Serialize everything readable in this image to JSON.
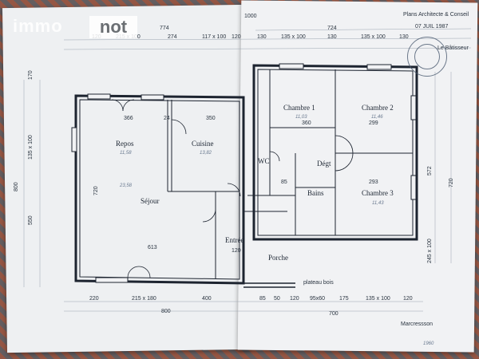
{
  "watermark": {
    "part1": "immo",
    "part2": "not"
  },
  "header": {
    "date_stamp": "07 JUIL 1987",
    "top_note": "Plans Architecte & Conseil",
    "sub_note": "Le Bâtisseur"
  },
  "rooms": {
    "repos": "Repos",
    "cuisine": "Cuisine",
    "sejour": "Séjour",
    "entree": "Entrée",
    "chambre1": "Chambre 1",
    "chambre2": "Chambre 2",
    "chambre3": "Chambre 3",
    "wc": "WC",
    "degt": "Dégt",
    "bains": "Bains",
    "porche": "Porche"
  },
  "areas": {
    "repos": "11,58",
    "cuisine": "13,82",
    "sejour": "23,58",
    "chambre1": "11,03",
    "chambre2": "11,46",
    "chambre3": "11,43"
  },
  "dims_top": [
    "120",
    "215 x 100",
    "274",
    "117 x 100",
    "120",
    "130",
    "135 x 100",
    "130",
    "135 x 100",
    "130"
  ],
  "dims_top_total": {
    "left": "774",
    "right": "724",
    "overall": "1000"
  },
  "dims_inner": {
    "repos_w": "366",
    "cuisine_w": "350",
    "ch1_w": "360",
    "ch2_w": "299",
    "ch3_w": "293",
    "sejour_w": "613",
    "gap_a": "24",
    "entree_w": "120",
    "bains_w": "85"
  },
  "dims_left": [
    "170",
    "135 x 100",
    "550",
    "800",
    "720"
  ],
  "dims_right": [
    "572",
    "245 x 100",
    "720"
  ],
  "dims_bottom": [
    "220",
    "215 x 180",
    "400",
    "85",
    "50",
    "120",
    "95x60",
    "175",
    "135 x 100",
    "120"
  ],
  "dims_bottom_total": {
    "left": "800",
    "right": "700"
  },
  "notes": {
    "plateau": "plateau bois",
    "cressonniere": "Marcressson",
    "signature": "1960"
  }
}
